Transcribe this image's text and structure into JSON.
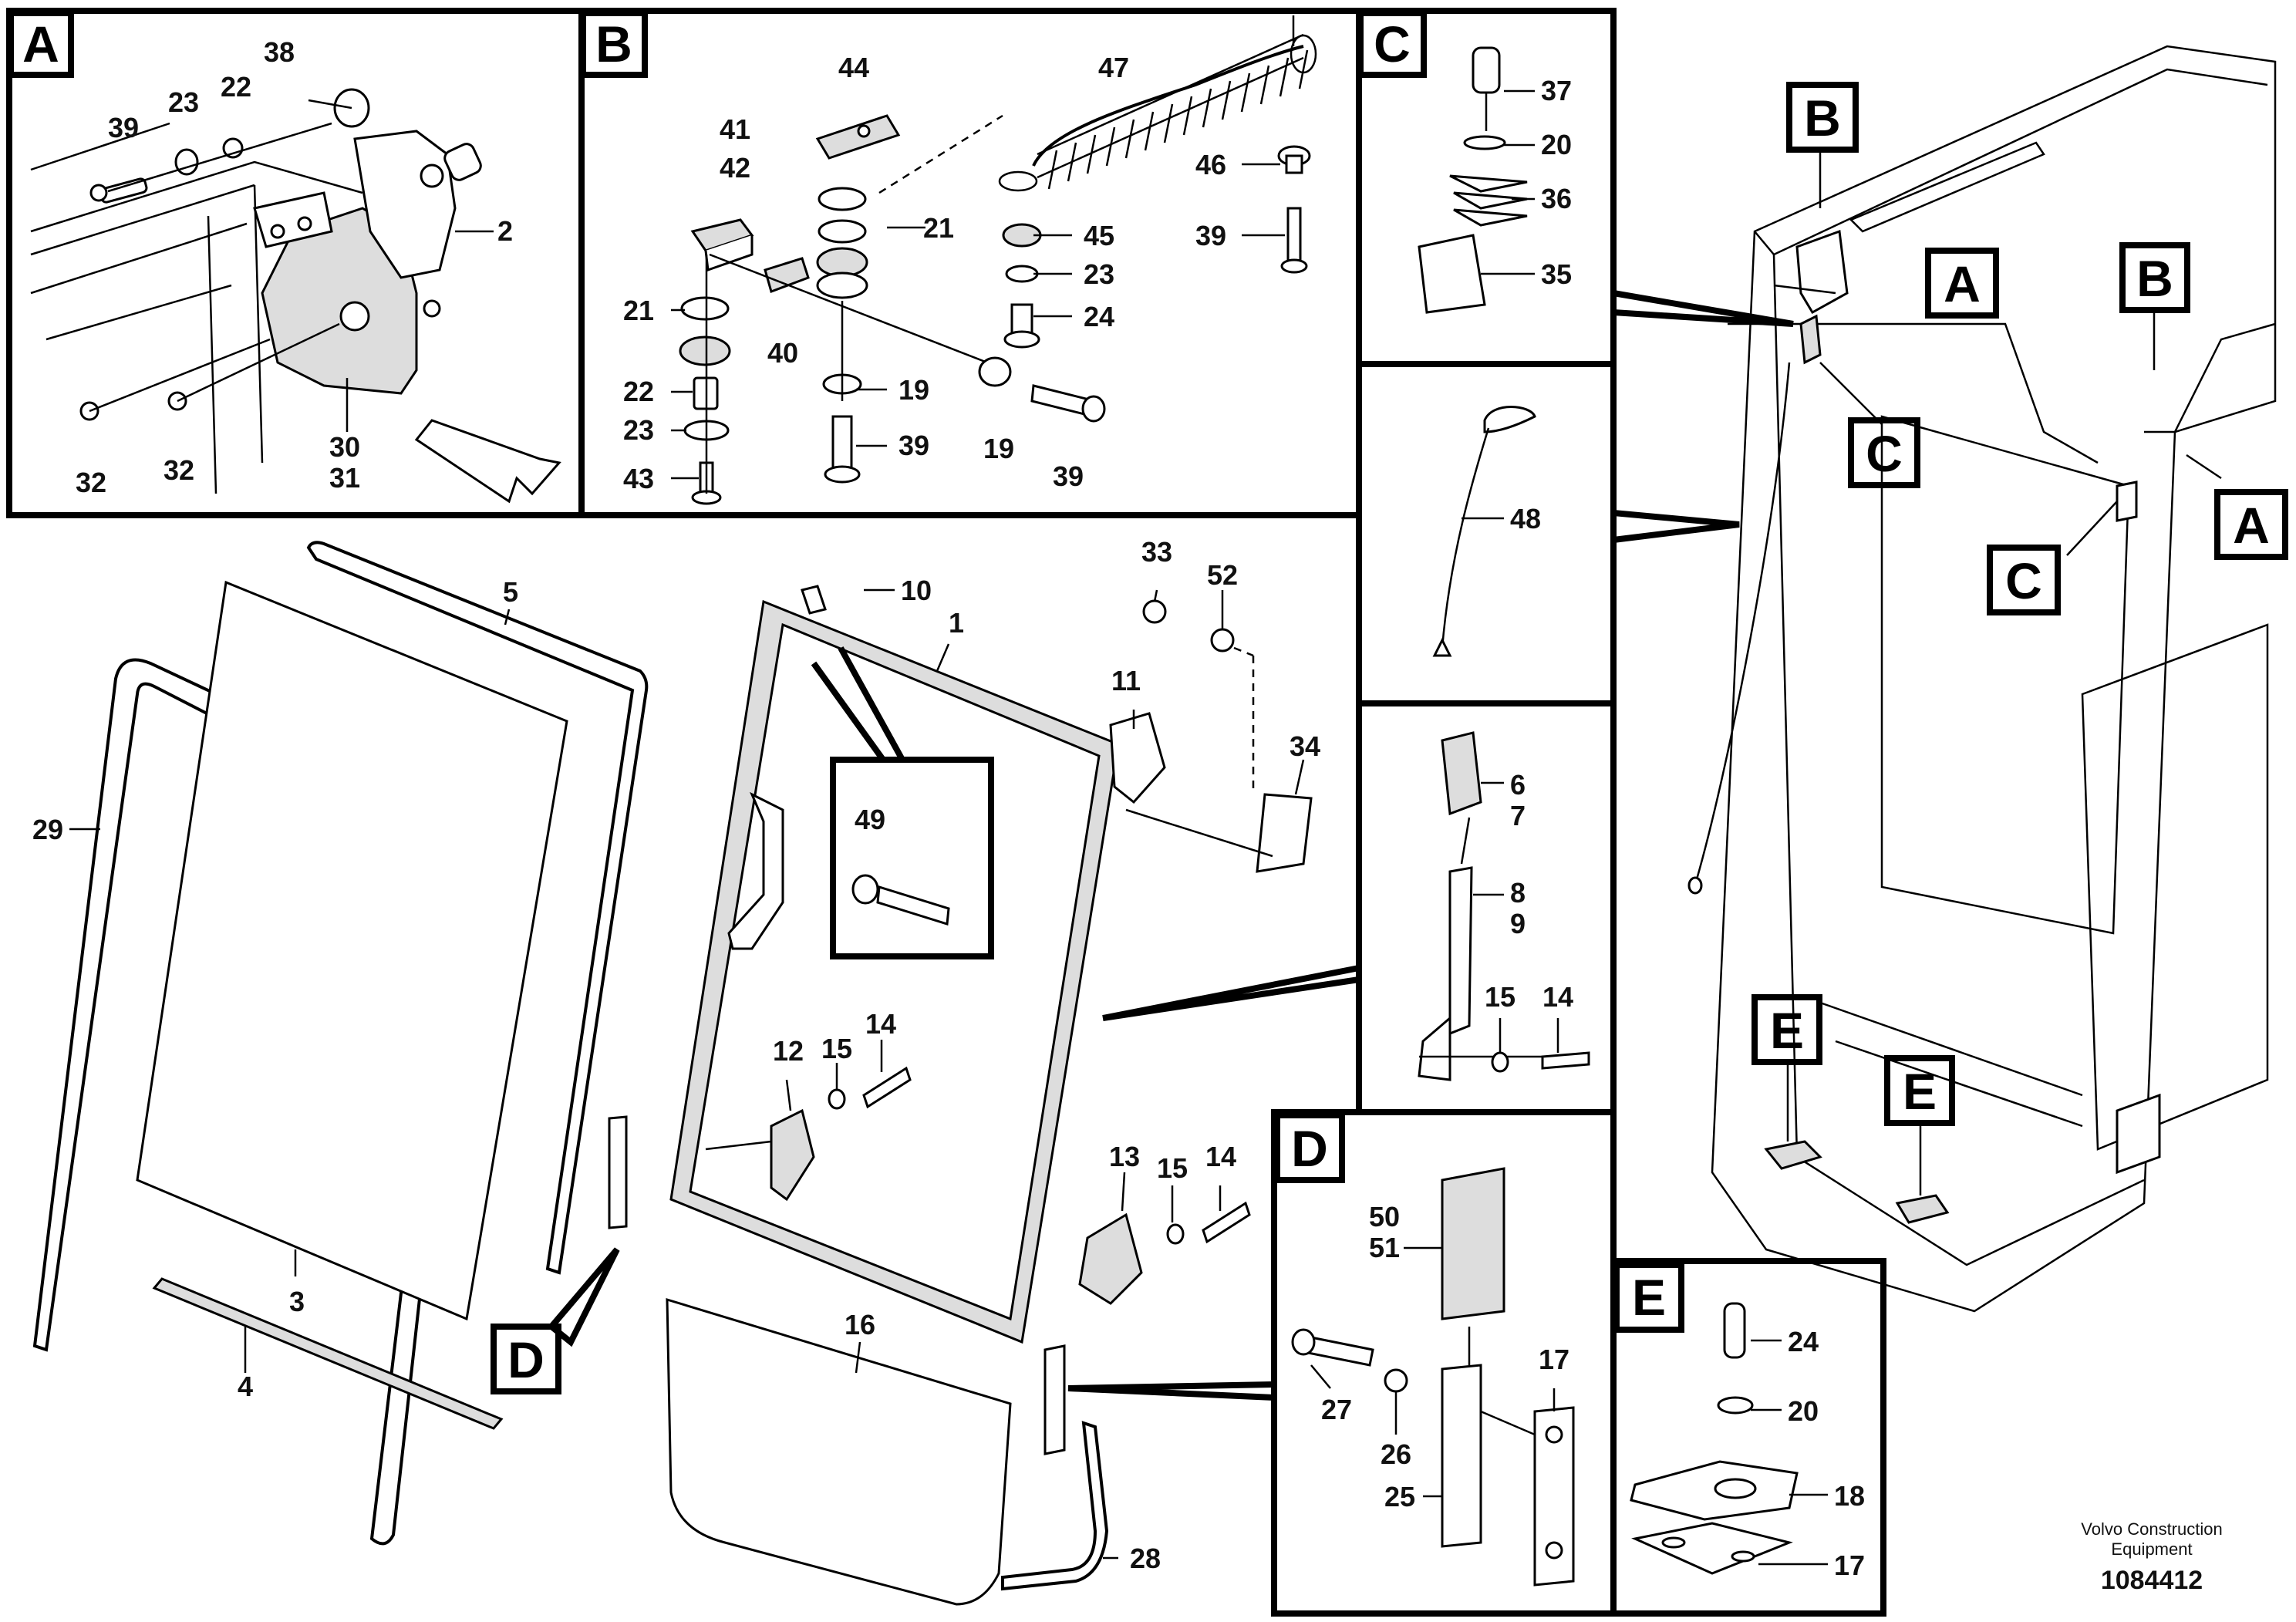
{
  "callouts": {
    "A": "A",
    "B": "B",
    "C": "C",
    "D": "D",
    "E": "E"
  },
  "labels": {
    "n1": "1",
    "n2": "2",
    "n3": "3",
    "n4": "4",
    "n5": "5",
    "n6": "6",
    "n7": "7",
    "n8": "8",
    "n9": "9",
    "n10": "10",
    "n11": "11",
    "n12": "12",
    "n13": "13",
    "n14": "14",
    "n15": "15",
    "n16": "16",
    "n17": "17",
    "n18": "18",
    "n19": "19",
    "n20": "20",
    "n21": "21",
    "n22": "22",
    "n23": "23",
    "n24": "24",
    "n25": "25",
    "n26": "26",
    "n27": "27",
    "n28": "28",
    "n29": "29",
    "n30": "30",
    "n31": "31",
    "n32": "32",
    "n33": "33",
    "n34": "34",
    "n35": "35",
    "n36": "36",
    "n37": "37",
    "n38": "38",
    "n39": "39",
    "n40": "40",
    "n41": "41",
    "n42": "42",
    "n43": "43",
    "n44": "44",
    "n45": "45",
    "n46": "46",
    "n47": "47",
    "n48": "48",
    "n49": "49",
    "n50": "50",
    "n51": "51",
    "n52": "52"
  },
  "footer": {
    "brand_line1": "Volvo Construction",
    "brand_line2": "Equipment",
    "drawing_number": "1084412"
  }
}
